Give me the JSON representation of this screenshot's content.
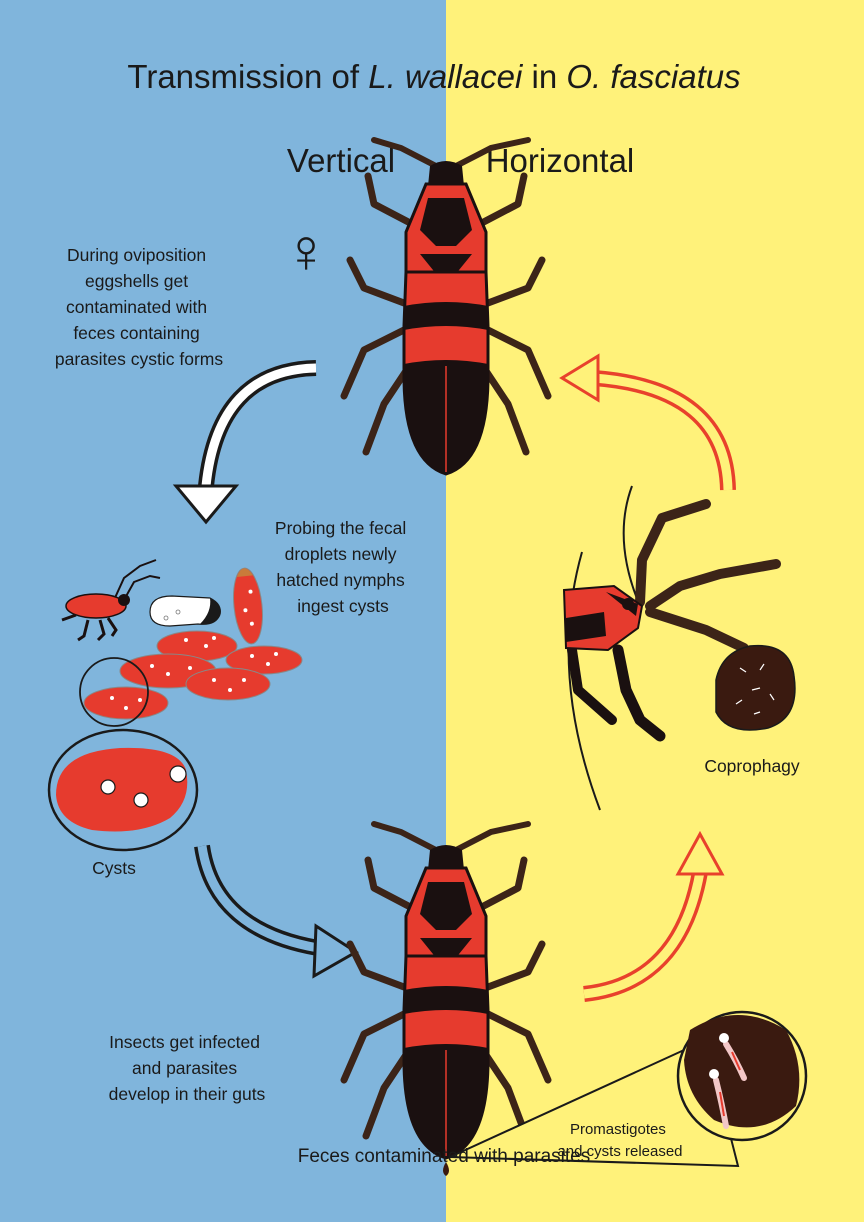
{
  "title": {
    "prefix": "Transmission of ",
    "species": "L. wallacei",
    "joiner": " in ",
    "host": "O. fasciatus"
  },
  "columns": {
    "left": "Vertical",
    "right": "Horizontal"
  },
  "symbols": {
    "female": "♀"
  },
  "notes": {
    "oviposition": [
      "During oviposition",
      "eggshells get",
      "contaminated with",
      "feces containing",
      "parasites cystic forms"
    ],
    "probing": [
      "Probing the fecal",
      "droplets newly",
      "hatched nymphs",
      "ingest cysts"
    ],
    "cysts": "Cysts",
    "infected": [
      "Insects get infected",
      "and parasites",
      "develop in their guts"
    ],
    "released": [
      "Promastigotes",
      "and cysts released"
    ],
    "coprophagy": "Coprophagy",
    "feces": "Feces contaminated with parasites"
  },
  "colors": {
    "vertical_bg": "#80B5DC",
    "horizontal_bg": "#FFF27A",
    "insect_red": "#E63B2E",
    "insect_dark": "#1A1010",
    "leg_brown": "#3C2418",
    "arrow_red": "#E8412C",
    "feces_brown": "#3A1A10",
    "text": "#1A1A1A"
  }
}
